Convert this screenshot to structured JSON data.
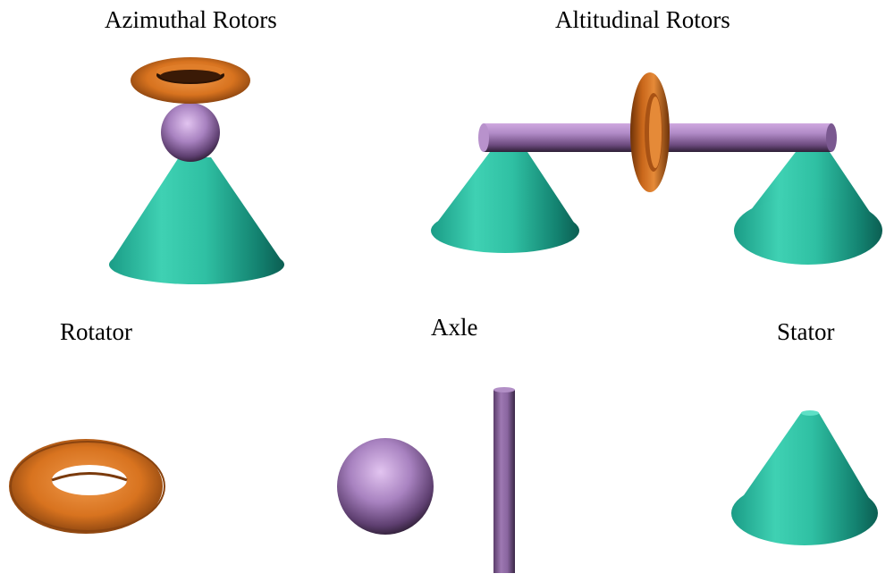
{
  "labels": {
    "azimuthal": "Azimuthal Rotors",
    "altitudinal": "Altitudinal Rotors",
    "rotator": "Rotator",
    "axle": "Axle",
    "stator": "Stator"
  },
  "colors": {
    "rotator": "#d8731f",
    "axle": "#a07ab8",
    "stator": "#2fc4a6"
  }
}
